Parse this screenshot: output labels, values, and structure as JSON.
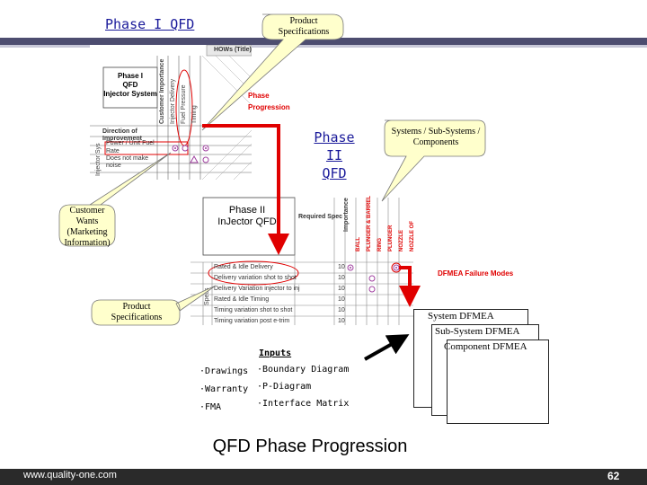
{
  "titles": {
    "phase1": "Phase I QFD",
    "phase2_line1": "Phase II",
    "phase2_line2": "QFD",
    "caption": "QFD Phase Progression"
  },
  "callouts": {
    "product_specs_top_line1": "Product",
    "product_specs_top_line2": "Specifications",
    "systems_line1": "Systems / Sub-Systems /",
    "systems_line2": "Components",
    "customer_wants_line1": "Customer",
    "customer_wants_line2": "Wants",
    "customer_wants_line3": "(Marketing",
    "customer_wants_line4": "Information)",
    "product_specs_bottom_line1": "Product",
    "product_specs_bottom_line2": "Specifications"
  },
  "labels": {
    "phase_progression_line1": "Phase",
    "phase_progression_line2": "Progression",
    "dfmea_failure_modes": "DFMEA Failure Modes"
  },
  "phase1_matrix": {
    "hows": "HOWs (Title)",
    "box_line1": "Phase I",
    "box_line2": "QFD",
    "box_line3": "Injector System",
    "col_headers": [
      "Customer Importance",
      "Injector Delivery",
      "Fuel Pressure",
      "Timing"
    ],
    "direction": "Direction of Improvement",
    "side_label": "Injector Sys",
    "rows": [
      "Power / Unit Fuel",
      "Rate",
      "Does not make",
      "noise"
    ]
  },
  "phase2_matrix": {
    "box_line1": "Phase II",
    "box_line2": "InJector QFD",
    "required_spec": "Required Spec",
    "importance": "Importance",
    "red_cols": [
      "BALL",
      "PLUNGER & BARREL",
      "RING",
      "PLUNGER",
      "NOZZLE",
      "NOZZLE OF"
    ],
    "side_label": "Specs",
    "rows": [
      "Rated & Idle Delivery",
      "Delivery variation shot to shot",
      "Delivery Variation injector to inj",
      "Rated & Idle Timing",
      "Timing variation shot to shot",
      "Timing variation post e-trim"
    ],
    "values": [
      "10",
      "10",
      "10",
      "10",
      "10",
      "10"
    ]
  },
  "dfmea_docs": {
    "system": "System DFMEA",
    "subsystem": "Sub-System DFMEA",
    "component": "Component DFMEA"
  },
  "inputs": {
    "heading": "Inputs",
    "left": [
      "·Drawings",
      "·Warranty",
      "·FMA"
    ],
    "right": [
      "·Boundary Diagram",
      "·P-Diagram",
      "·Interface Matrix"
    ]
  },
  "footer": {
    "url": "www.quality-one.com",
    "page": "62"
  },
  "colors": {
    "arrow_red": "#e00000",
    "title_blue": "#1a1a9a",
    "callout_fill": "#ffffcc",
    "header_band": "#4d4d70"
  }
}
